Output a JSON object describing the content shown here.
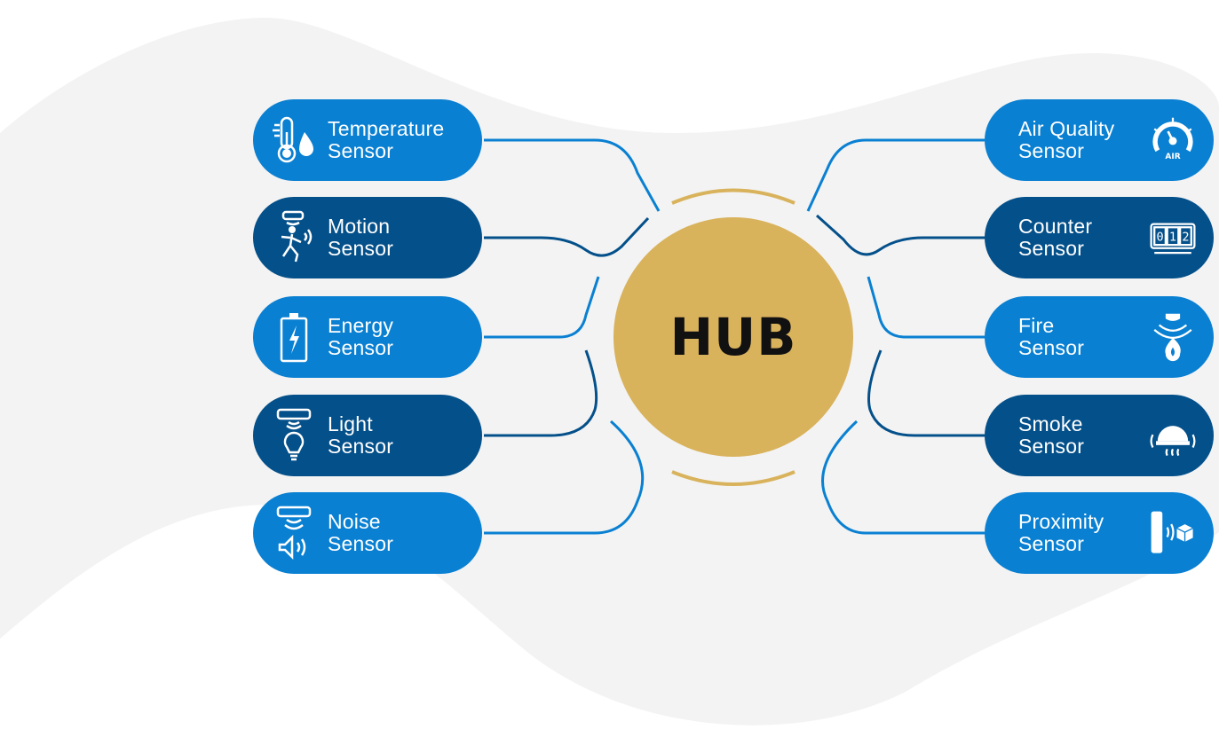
{
  "hub": {
    "label": "HUB"
  },
  "left_sensors": [
    {
      "line1": "Temperature",
      "line2": "Sensor",
      "icon": "thermometer-icon",
      "tone": "light"
    },
    {
      "line1": "Motion",
      "line2": "Sensor",
      "icon": "motion-person-icon",
      "tone": "dark"
    },
    {
      "line1": "Energy",
      "line2": "Sensor",
      "icon": "battery-icon",
      "tone": "light"
    },
    {
      "line1": "Light",
      "line2": "Sensor",
      "icon": "light-bulb-icon",
      "tone": "dark"
    },
    {
      "line1": "Noise",
      "line2": "Sensor",
      "icon": "speaker-icon",
      "tone": "light"
    }
  ],
  "right_sensors": [
    {
      "line1": "Air Quality",
      "line2": "Sensor",
      "icon": "air-gauge-icon",
      "icon_text": "AIR",
      "tone": "light"
    },
    {
      "line1": "Counter",
      "line2": "Sensor",
      "icon": "counter-icon",
      "icon_digits": [
        "0",
        "1",
        "2"
      ],
      "tone": "dark"
    },
    {
      "line1": "Fire",
      "line2": "Sensor",
      "icon": "flame-icon",
      "tone": "light"
    },
    {
      "line1": "Smoke",
      "line2": "Sensor",
      "icon": "smoke-detector-icon",
      "tone": "dark"
    },
    {
      "line1": "Proximity",
      "line2": "Sensor",
      "icon": "proximity-icon",
      "tone": "light"
    }
  ],
  "colors": {
    "light_blue": "#0a80d2",
    "dark_blue": "#04508a",
    "hub_gold": "#d9b25c",
    "background_shape": "#f3f3f3"
  }
}
